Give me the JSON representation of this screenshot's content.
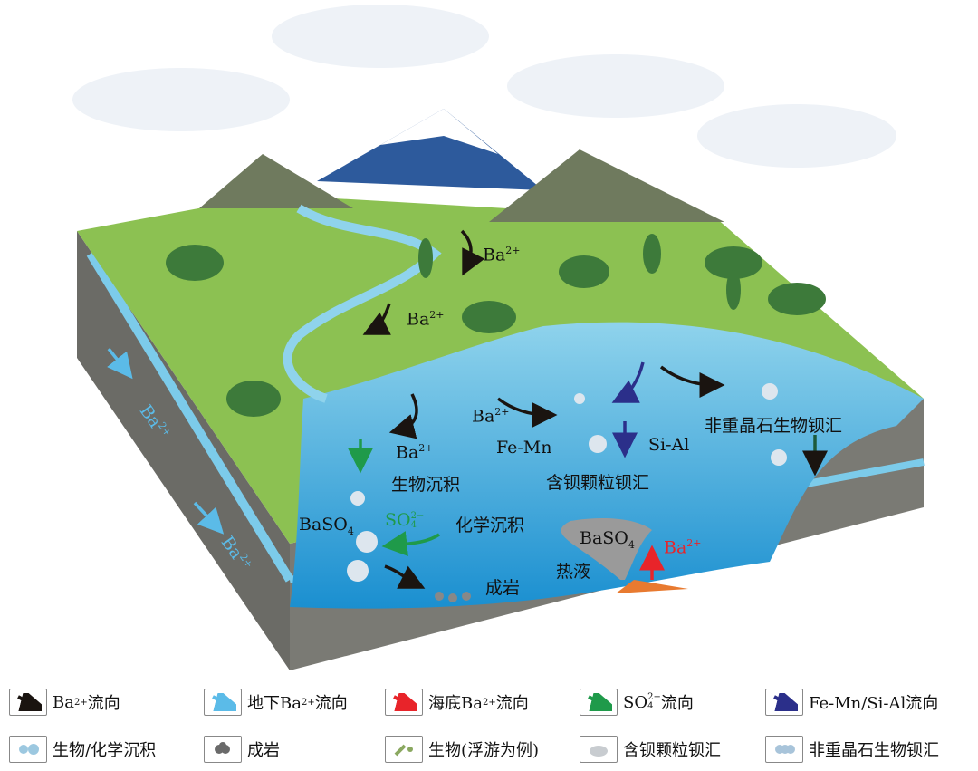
{
  "labels": {
    "ba_river1": "Ba",
    "ba_river2": "Ba",
    "ba_lake": "Ba",
    "ba_bio": "Ba",
    "ba_side1": "Ba",
    "ba_side2": "Ba",
    "ba_vent": "Ba",
    "charge_2plus": "2+",
    "bio_deposit": "生物沉积",
    "fe_mn": "Fe-Mn",
    "si_al": "Si-Al",
    "particle_sink": "含钡颗粒钡汇",
    "nonbarite_sink": "非重晶石生物钡汇",
    "baso4_left": "BaSO",
    "baso4_vent": "BaSO",
    "sub4": "4",
    "so4": "SO",
    "so4_charge": "2−",
    "chem_deposit": "化学沉积",
    "hydrothermal": "热液",
    "diagenesis": "成岩"
  },
  "legend": {
    "row1": [
      {
        "pre": "Ba",
        "sup": "2+",
        "post": "流向",
        "color": "#1a1410"
      },
      {
        "pre": "地下Ba",
        "sup": "2+",
        "post": "流向",
        "color": "#5bbbe8"
      },
      {
        "pre": "海底Ba",
        "sup": "2+",
        "post": "流向",
        "color": "#e8242a"
      },
      {
        "pre": "SO",
        "sup": "2−",
        "sub": "4",
        "post": "流向",
        "color": "#1f9a4a"
      },
      {
        "pre": "Fe-Mn/Si-Al流向",
        "color": "#2b2f8a"
      }
    ],
    "row2": [
      {
        "label": "生物/化学沉积"
      },
      {
        "label": "成岩"
      },
      {
        "label": "生物(浮游为例)"
      },
      {
        "label": "含钡颗粒钡汇"
      },
      {
        "label": "非重晶石生物钡汇"
      }
    ]
  }
}
